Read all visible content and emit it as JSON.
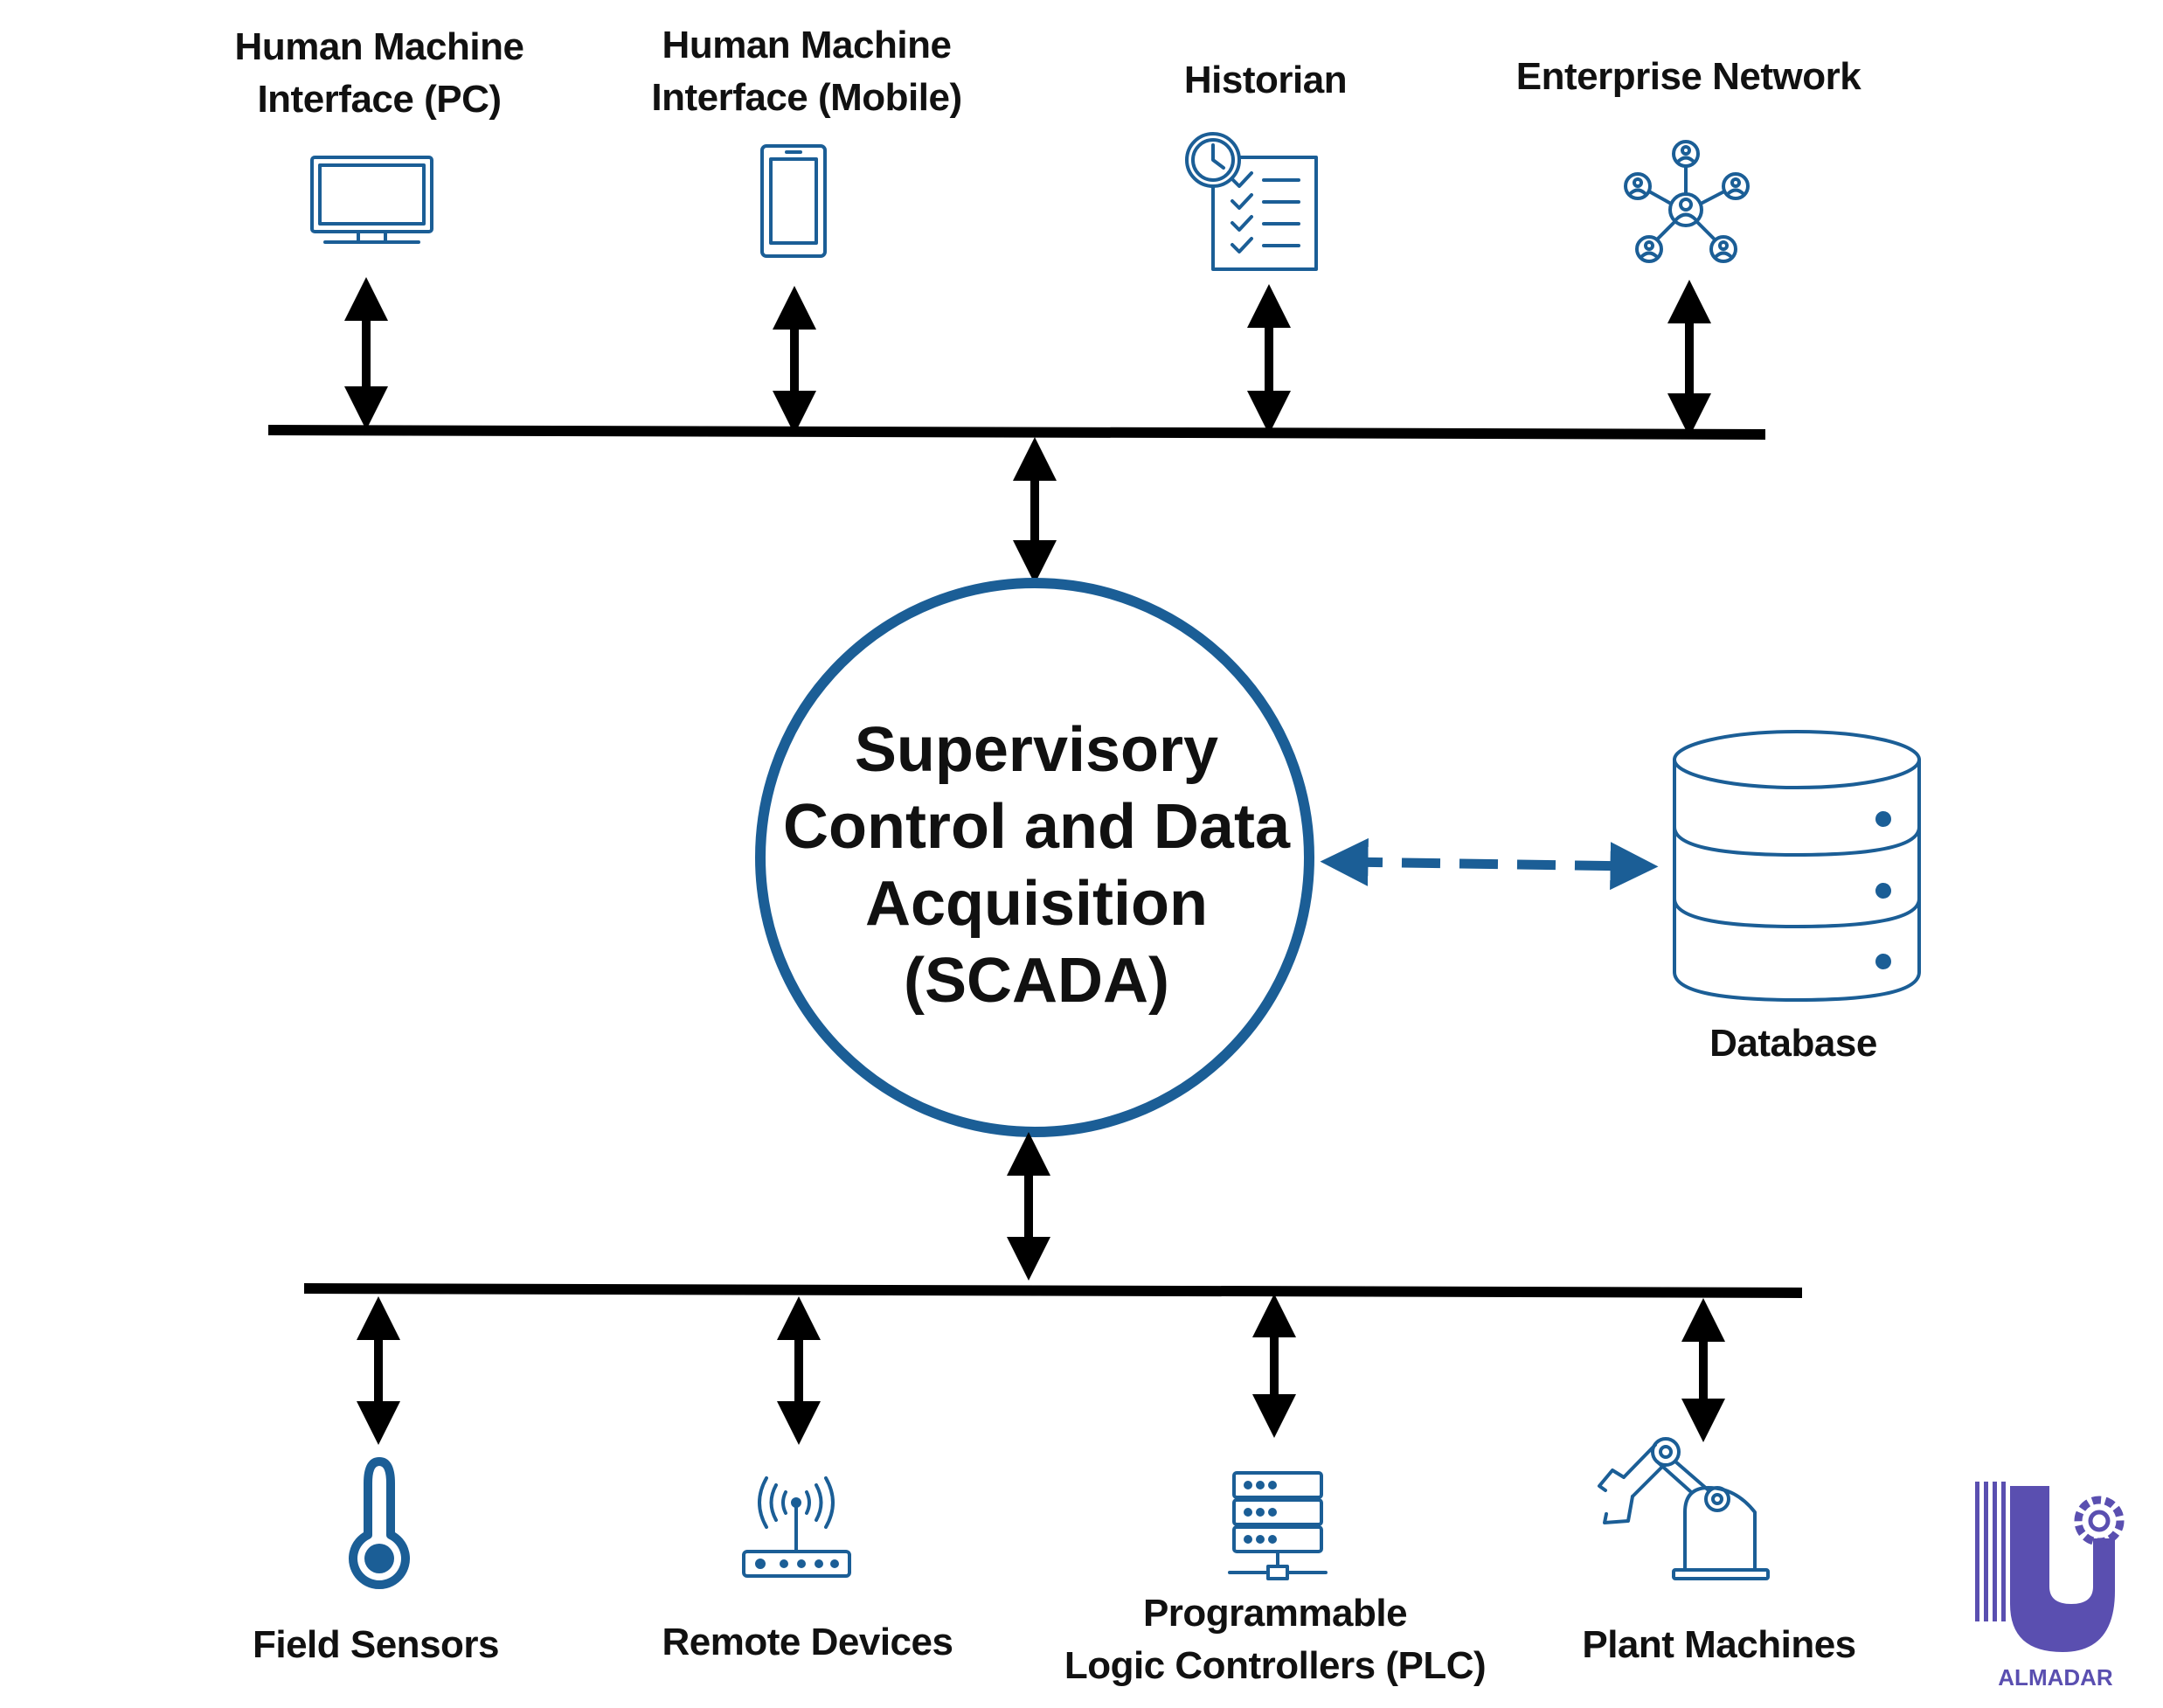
{
  "title": {
    "center_lines": [
      "Supervisory",
      "Control and Data",
      "Acquisition",
      "(SCADA)"
    ]
  },
  "top_nodes": [
    {
      "label_lines": [
        "Human Machine",
        "Interface (PC)"
      ],
      "icon": "monitor-icon"
    },
    {
      "label_lines": [
        "Human Machine",
        "Interface (Mobile)"
      ],
      "icon": "mobile-phone-icon"
    },
    {
      "label_lines": [
        "Historian"
      ],
      "icon": "clock-checklist-icon"
    },
    {
      "label_lines": [
        "Enterprise Network"
      ],
      "icon": "network-people-icon"
    }
  ],
  "side_node": {
    "label_lines": [
      "Database"
    ],
    "icon": "database-icon",
    "connection": "bidirectional-dashed"
  },
  "bottom_nodes": [
    {
      "label_lines": [
        "Field Sensors"
      ],
      "icon": "thermometer-icon"
    },
    {
      "label_lines": [
        "Remote Devices"
      ],
      "icon": "wireless-router-icon"
    },
    {
      "label_lines": [
        "Programmable",
        "Logic Controllers (PLC)"
      ],
      "icon": "server-rack-icon"
    },
    {
      "label_lines": [
        "Plant Machines"
      ],
      "icon": "robot-arm-icon"
    }
  ],
  "logo": {
    "text": "ALMADAR",
    "icon": "almadar-logo-icon"
  },
  "colors": {
    "accent": "#1b5e96",
    "line": "#000000",
    "text": "#111111",
    "logo": "#5a4fb0"
  }
}
